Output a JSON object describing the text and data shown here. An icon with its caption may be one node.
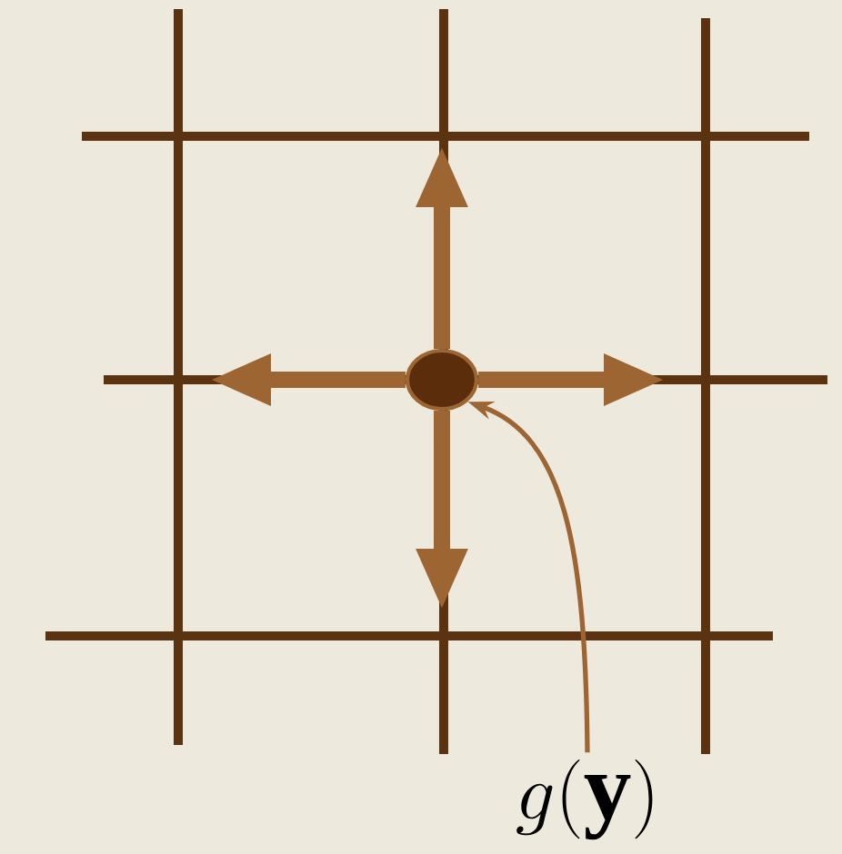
{
  "diagram": {
    "nodes": [
      {
        "text": [],
        "shape": "circle"
      },
      {
        "text": [
          "g(\\mathbf{y})"
        ]
      }
    ],
    "edges": [
      {
        "from": 0,
        "to": null,
        "arrow": "to"
      },
      {
        "from": 0,
        "to": null,
        "arrow": "to"
      },
      {
        "from": 0,
        "to": null,
        "arrow": "to"
      },
      {
        "from": 0,
        "to": null,
        "arrow": "to"
      },
      {
        "from": 1,
        "to": 0,
        "arrow": "to"
      }
    ]
  }
}
